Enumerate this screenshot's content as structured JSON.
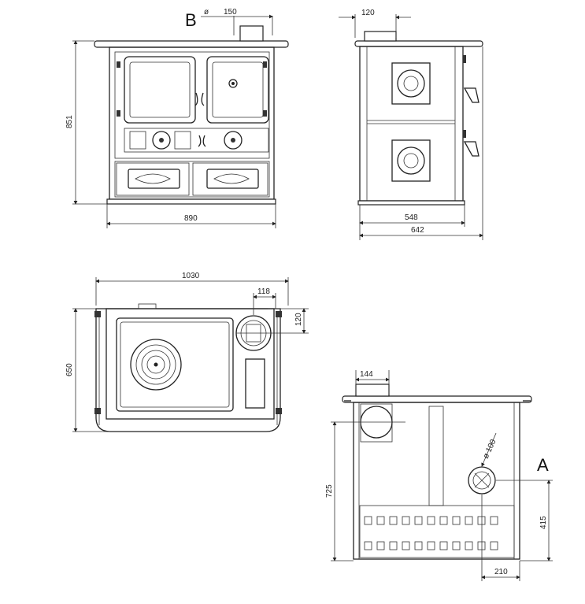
{
  "labels": {
    "letter_b": "B",
    "letter_a": "A"
  },
  "dimensions": {
    "front": {
      "flue_diameter_symbol": "ø",
      "flue_diameter": "150",
      "height": "851",
      "width": "890"
    },
    "side": {
      "flue_offset": "120",
      "depth_body": "548",
      "depth_total": "642"
    },
    "top": {
      "width": "1030",
      "depth": "650",
      "flue_x": "118",
      "flue_y": "120"
    },
    "rear": {
      "flue_width": "144",
      "flue_height": "725",
      "outlet_diameter": "ø 100",
      "outlet_height": "415",
      "outlet_offset": "210"
    }
  }
}
